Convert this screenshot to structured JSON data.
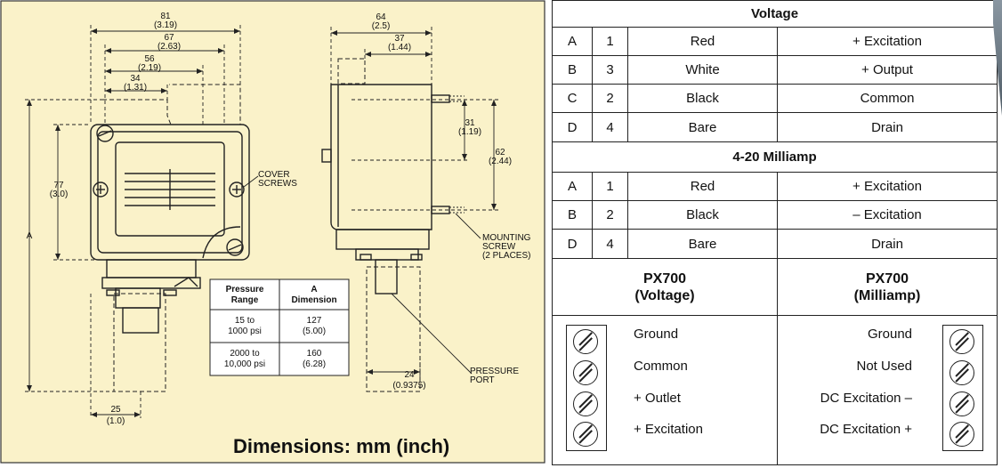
{
  "drawing": {
    "background_color": "#faf2c9",
    "dims_front": {
      "d81": "81",
      "d81_in": "(3.19)",
      "d67": "67",
      "d67_in": "(2.63)",
      "d56": "56",
      "d56_in": "(2.19)",
      "d34": "34",
      "d34_in": "(1.31)",
      "d77": "77",
      "d77_in": "(3.0)",
      "a": "A",
      "d25": "25",
      "d25_in": "(1.0)"
    },
    "dims_side": {
      "d64": "64",
      "d64_in": "(2.5)",
      "d37": "37",
      "d37_in": "(1.44)",
      "d31": "31",
      "d31_in": "(1.19)",
      "d62": "62",
      "d62_in": "(2.44)",
      "d24": "24",
      "d24_in": "(0.9375)"
    },
    "callouts": {
      "cover1": "COVER",
      "cover2": "SCREWS",
      "mount1": "MOUNTING",
      "mount2": "SCREW",
      "mount3": "(2 PLACES)",
      "press1": "PRESSURE",
      "press2": "PORT"
    },
    "range_table": {
      "head1_l1": "Pressure",
      "head1_l2": "Range",
      "head2_l1": "A",
      "head2_l2": "Dimension",
      "rows": [
        {
          "range_l1": "15 to",
          "range_l2": "1000 psi",
          "dim_l1": "127",
          "dim_l2": "(5.00)"
        },
        {
          "range_l1": "2000 to",
          "range_l2": "10,000 psi",
          "dim_l1": "160",
          "dim_l2": "(6.28)"
        }
      ]
    },
    "title": "Dimensions: mm (inch)"
  },
  "wiring": {
    "voltage_header": "Voltage",
    "voltage_rows": [
      {
        "pin": "A",
        "num": "1",
        "color": "Red",
        "function": "+ Excitation"
      },
      {
        "pin": "B",
        "num": "3",
        "color": "White",
        "function": "+ Output"
      },
      {
        "pin": "C",
        "num": "2",
        "color": "Black",
        "function": "Common"
      },
      {
        "pin": "D",
        "num": "4",
        "color": "Bare",
        "function": "Drain"
      }
    ],
    "milliamp_header": "4-20 Milliamp",
    "milliamp_rows": [
      {
        "pin": "A",
        "num": "1",
        "color": "Red",
        "function": "+ Excitation"
      },
      {
        "pin": "B",
        "num": "2",
        "color": "Black",
        "function": "– Excitation"
      },
      {
        "pin": "D",
        "num": "4",
        "color": "Bare",
        "function": "Drain"
      }
    ],
    "px_voltage_l1": "PX700",
    "px_voltage_l2": "(Voltage)",
    "px_milliamp_l1": "PX700",
    "px_milliamp_l2": "(Milliamp)",
    "voltage_terminals": [
      "Ground",
      "Common",
      "+ Outlet",
      "+ Excitation"
    ],
    "milliamp_terminals": [
      "Ground",
      "Not Used",
      "DC Excitation –",
      "DC Excitation +"
    ]
  }
}
